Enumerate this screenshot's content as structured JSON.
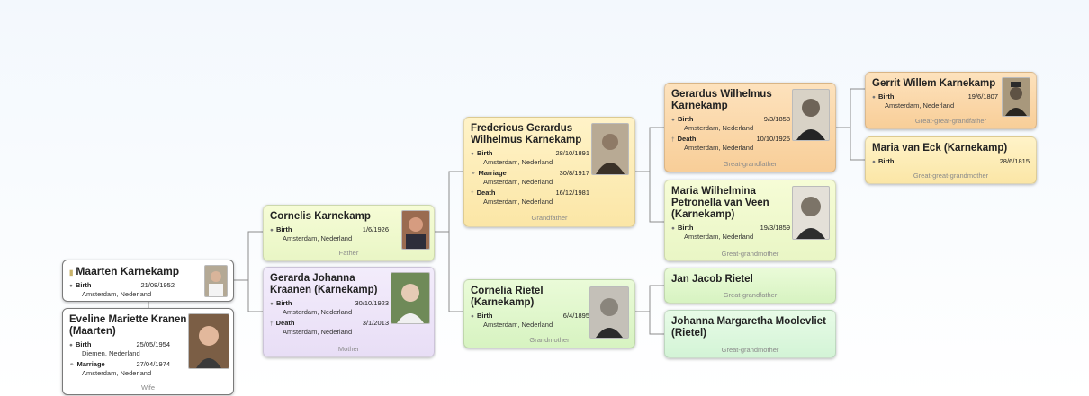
{
  "people": {
    "maarten": {
      "name": "Maarten Karnekamp",
      "events": [
        {
          "label": "Birth",
          "date": "21/08/1952",
          "place": "Amsterdam, Nederland"
        }
      ],
      "role": ""
    },
    "eveline": {
      "name": "Eveline Mariette Kranen (Maarten)",
      "events": [
        {
          "label": "Birth",
          "date": "25/05/1954",
          "place": "Diemen, Nederland"
        },
        {
          "label": "Marriage",
          "date": "27/04/1974",
          "place": "Amsterdam, Nederland"
        }
      ],
      "role": "Wife"
    },
    "cornelis": {
      "name": "Cornelis Karnekamp",
      "events": [
        {
          "label": "Birth",
          "date": "1/6/1926",
          "place": "Amsterdam, Nederland"
        }
      ],
      "role": "Father"
    },
    "gerarda": {
      "name": "Gerarda Johanna Kraanen (Karnekamp)",
      "events": [
        {
          "label": "Birth",
          "date": "30/10/1923",
          "place": "Amsterdam, Nederland"
        },
        {
          "label": "Death",
          "date": "3/1/2013",
          "place": "Amsterdam, Nederland"
        }
      ],
      "role": "Mother"
    },
    "fredericus": {
      "name": "Fredericus Gerardus Wilhelmus Karnekamp",
      "events": [
        {
          "label": "Birth",
          "date": "28/10/1891",
          "place": "Amsterdam, Nederland"
        },
        {
          "label": "Marriage",
          "date": "30/8/1917",
          "place": "Amsterdam, Nederland"
        },
        {
          "label": "Death",
          "date": "16/12/1981",
          "place": "Amsterdam, Nederland"
        }
      ],
      "role": "Grandfather"
    },
    "cornelia": {
      "name": "Cornelia Rietel (Karnekamp)",
      "events": [
        {
          "label": "Birth",
          "date": "6/4/1895",
          "place": "Amsterdam, Nederland"
        }
      ],
      "role": "Grandmother"
    },
    "gerardus": {
      "name": "Gerardus Wilhelmus Karnekamp",
      "events": [
        {
          "label": "Birth",
          "date": "9/3/1858",
          "place": "Amsterdam, Nederland"
        },
        {
          "label": "Death",
          "date": "10/10/1925",
          "place": "Amsterdam, Nederland"
        }
      ],
      "role": "Great-grandfather"
    },
    "maria_w": {
      "name": "Maria Wilhelmina Petronella van Veen (Karnekamp)",
      "events": [
        {
          "label": "Birth",
          "date": "19/3/1859",
          "place": "Amsterdam, Nederland"
        }
      ],
      "role": "Great-grandmother"
    },
    "jan": {
      "name": "Jan Jacob Rietel",
      "events": [],
      "role": "Great-grandfather"
    },
    "johanna": {
      "name": "Johanna Margaretha Moolevliet (Rietel)",
      "events": [],
      "role": "Great-grandmother"
    },
    "gerrit": {
      "name": "Gerrit Willem Karnekamp",
      "events": [
        {
          "label": "Birth",
          "date": "19/6/1807",
          "place": "Amsterdam, Nederland"
        }
      ],
      "role": "Great-great-grandfather"
    },
    "maria_e": {
      "name": "Maria  van Eck (Karnekamp)",
      "events": [
        {
          "label": "Birth",
          "date": "28/6/1815",
          "place": ""
        }
      ],
      "role": "Great-great-grandmother"
    }
  },
  "colors": {
    "line": "#8c8c8c",
    "photo_bg": "#9c9c9c"
  }
}
